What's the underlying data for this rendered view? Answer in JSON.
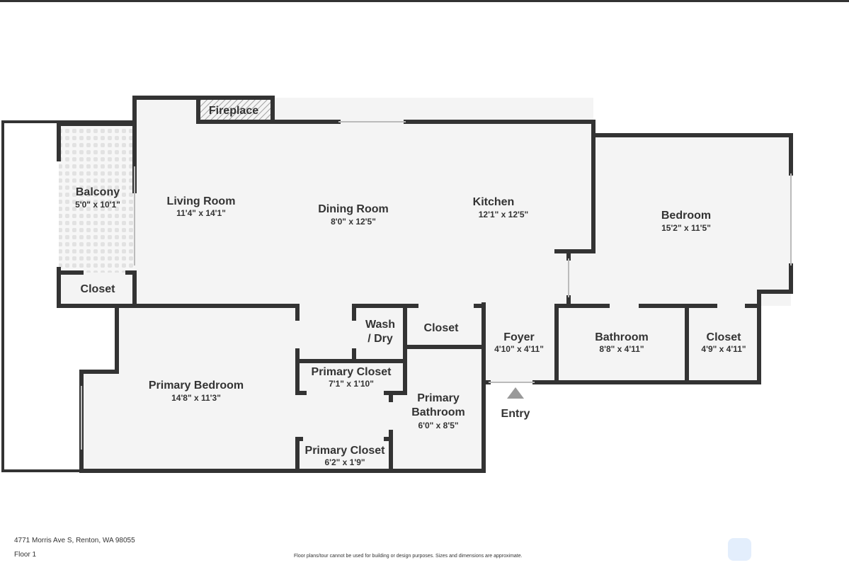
{
  "rooms": {
    "fireplace": {
      "name": "Fireplace"
    },
    "balcony": {
      "name": "Balcony",
      "dim": "5'0\" x 10'1\""
    },
    "closet_balcony": {
      "name": "Closet"
    },
    "living": {
      "name": "Living Room",
      "dim": "11'4\" x 14'1\""
    },
    "dining": {
      "name": "Dining Room",
      "dim": "8'0\" x 12'5\""
    },
    "kitchen": {
      "name": "Kitchen",
      "dim": "12'1\" x 12'5\""
    },
    "bedroom": {
      "name": "Bedroom",
      "dim": "15'2\" x 11'5\""
    },
    "wash": {
      "name1": "Wash",
      "name2": "/ Dry"
    },
    "closet_hall": {
      "name": "Closet"
    },
    "foyer": {
      "name": "Foyer",
      "dim": "4'10\" x 4'11\""
    },
    "bathroom": {
      "name": "Bathroom",
      "dim": "8'8\" x 4'11\""
    },
    "closet_bed": {
      "name": "Closet",
      "dim": "4'9\" x 4'11\""
    },
    "primary_bedroom": {
      "name": "Primary Bedroom",
      "dim": "14'8\" x 11'3\""
    },
    "primary_closet_1": {
      "name": "Primary Closet",
      "dim": "7'1\" x 1'10\""
    },
    "primary_bathroom": {
      "name1": "Primary",
      "name2": "Bathroom",
      "dim": "6'0\" x 8'5\""
    },
    "primary_closet_2": {
      "name": "Primary Closet",
      "dim": "6'2\" x 1'9\""
    }
  },
  "entry_label": "Entry",
  "footer": {
    "address": "4771 Morris Ave S, Renton, WA 98055",
    "floor": "Floor 1",
    "disclaimer": "Floor plans/tour cannot be used for building or design purposes. Sizes and dimensions are approximate."
  }
}
